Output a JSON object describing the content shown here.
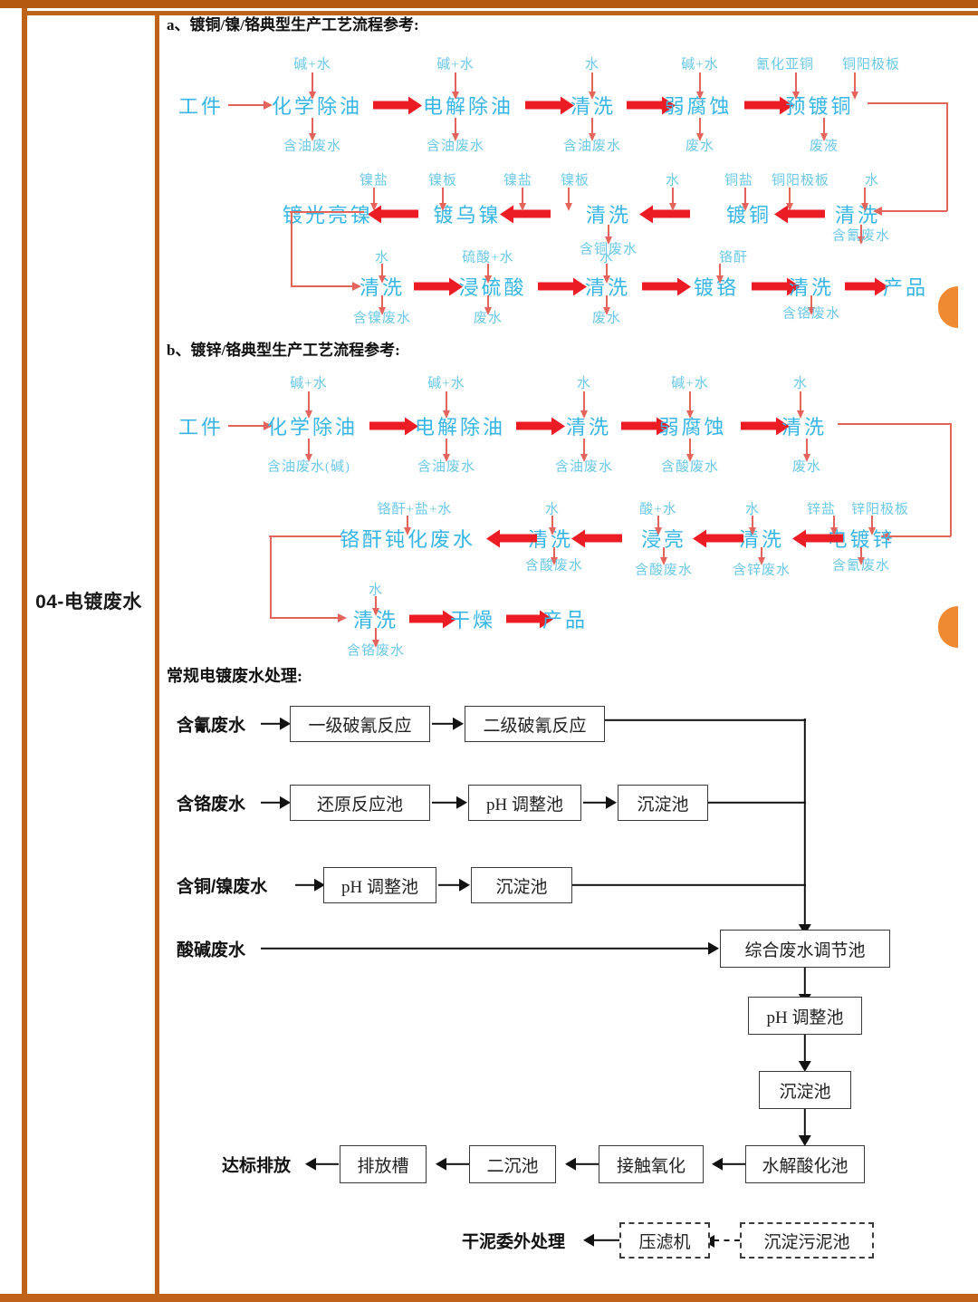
{
  "sidebar": {
    "label": "04-电镀废水"
  },
  "sections": {
    "a_heading": "a、镀铜/镍/铬典型生产工艺流程参考:",
    "b_heading": "b、镀锌/铬典型生产工艺流程参考:",
    "treatment_heading": "常规电镀废水处理:"
  },
  "flow_a": {
    "row1": {
      "nodes": [
        "工件",
        "化学除油",
        "电解除油",
        "清洗",
        "弱腐蚀",
        "预镀铜"
      ],
      "inputs": [
        "碱+水",
        "碱+水",
        "水",
        "碱+水",
        "氰化亚铜",
        "铜阳极板"
      ],
      "outputs": [
        "含油废水",
        "含油废水",
        "含油废水",
        "废水",
        "废液"
      ]
    },
    "row2": {
      "nodes": [
        "镀光亮镍",
        "镀乌镍",
        "清洗",
        "镀铜",
        "清洗"
      ],
      "inputs": [
        "镍盐",
        "镍板",
        "镍盐",
        "镍板",
        "水",
        "铜盐",
        "铜阳极板",
        "水"
      ],
      "outputs": [
        "含铜废水",
        "含氰废水"
      ]
    },
    "row3": {
      "nodes": [
        "清洗",
        "浸硫酸",
        "清洗",
        "镀铬",
        "清洗",
        "产品"
      ],
      "inputs": [
        "水",
        "硫酸+水",
        "水",
        "铬酐"
      ],
      "outputs": [
        "含镍废水",
        "废水",
        "废水",
        "含铬废水"
      ]
    }
  },
  "flow_b": {
    "row1": {
      "nodes": [
        "工件",
        "化学除油",
        "电解除油",
        "清洗",
        "弱腐蚀",
        "清洗"
      ],
      "inputs": [
        "碱+水",
        "碱+水",
        "水",
        "碱+水",
        "水"
      ],
      "outputs": [
        "含油废水(碱)",
        "含油废水",
        "含油废水",
        "含酸废水",
        "废水"
      ]
    },
    "row2": {
      "nodes": [
        "铬酐钝化废水",
        "清洗",
        "浸亮",
        "清洗",
        "电镀锌"
      ],
      "inputs": [
        "铬酐+盐+水",
        "水",
        "酸+水",
        "水",
        "锌盐",
        "锌阳极板"
      ],
      "outputs": [
        "含酸废水",
        "含酸废水",
        "含锌废水",
        "含氰废水"
      ]
    },
    "row3": {
      "nodes": [
        "清洗",
        "干燥",
        "产品"
      ],
      "inputs": [
        "水"
      ],
      "outputs": [
        "含铬废水"
      ]
    }
  },
  "treatment": {
    "inlets": [
      "含氰废水",
      "含铬废水",
      "含铜/镍废水",
      "酸碱废水"
    ],
    "line1": [
      "一级破氰反应",
      "二级破氰反应"
    ],
    "line2": [
      "还原反应池",
      "pH 调整池",
      "沉淀池"
    ],
    "line3": [
      "pH 调整池",
      "沉淀池"
    ],
    "main": [
      "综合废水调节池",
      "pH 调整池",
      "沉淀池",
      "水解酸化池"
    ],
    "effluent": [
      "接触氧化",
      "二沉池",
      "排放槽"
    ],
    "discharge_label": "达标排放",
    "sludge": [
      "沉淀污泥池",
      "压滤机"
    ],
    "sludge_label": "干泥委外处理"
  },
  "colors": {
    "frame": "#c0631a",
    "node_blue": "#37b6e6",
    "label_blue": "#6cc9e8",
    "arrow_red": "#ec1c24",
    "thin_red": "#e4645c",
    "accent_orange": "#ef8a33"
  }
}
